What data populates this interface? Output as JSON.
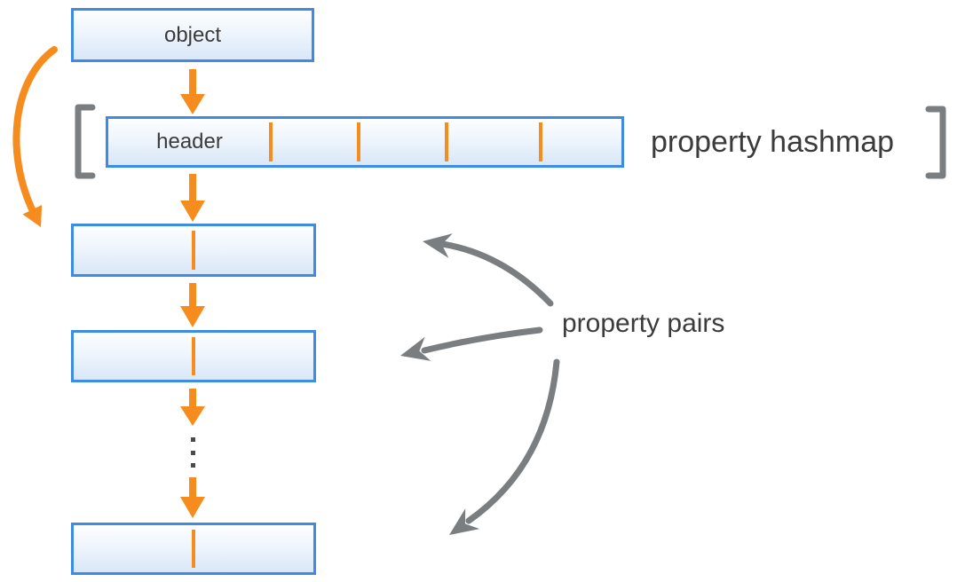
{
  "diagram": {
    "object_box": {
      "label": "object"
    },
    "hashmap": {
      "header_label": "header",
      "caption": "property hashmap",
      "slot_divider_count": 4
    },
    "property_pairs": {
      "caption": "property pairs",
      "box_count": 3,
      "has_ellipsis": true
    }
  },
  "colors": {
    "orange": "#F78C1E",
    "blue_border": "#3D8BE4",
    "box_fill_top": "#FDFEFF",
    "box_fill_bottom": "#D9E7F8",
    "gray": "#7A7E80",
    "text": "#3B3B3B",
    "ellipsis_dot": "#4A4A4A"
  }
}
